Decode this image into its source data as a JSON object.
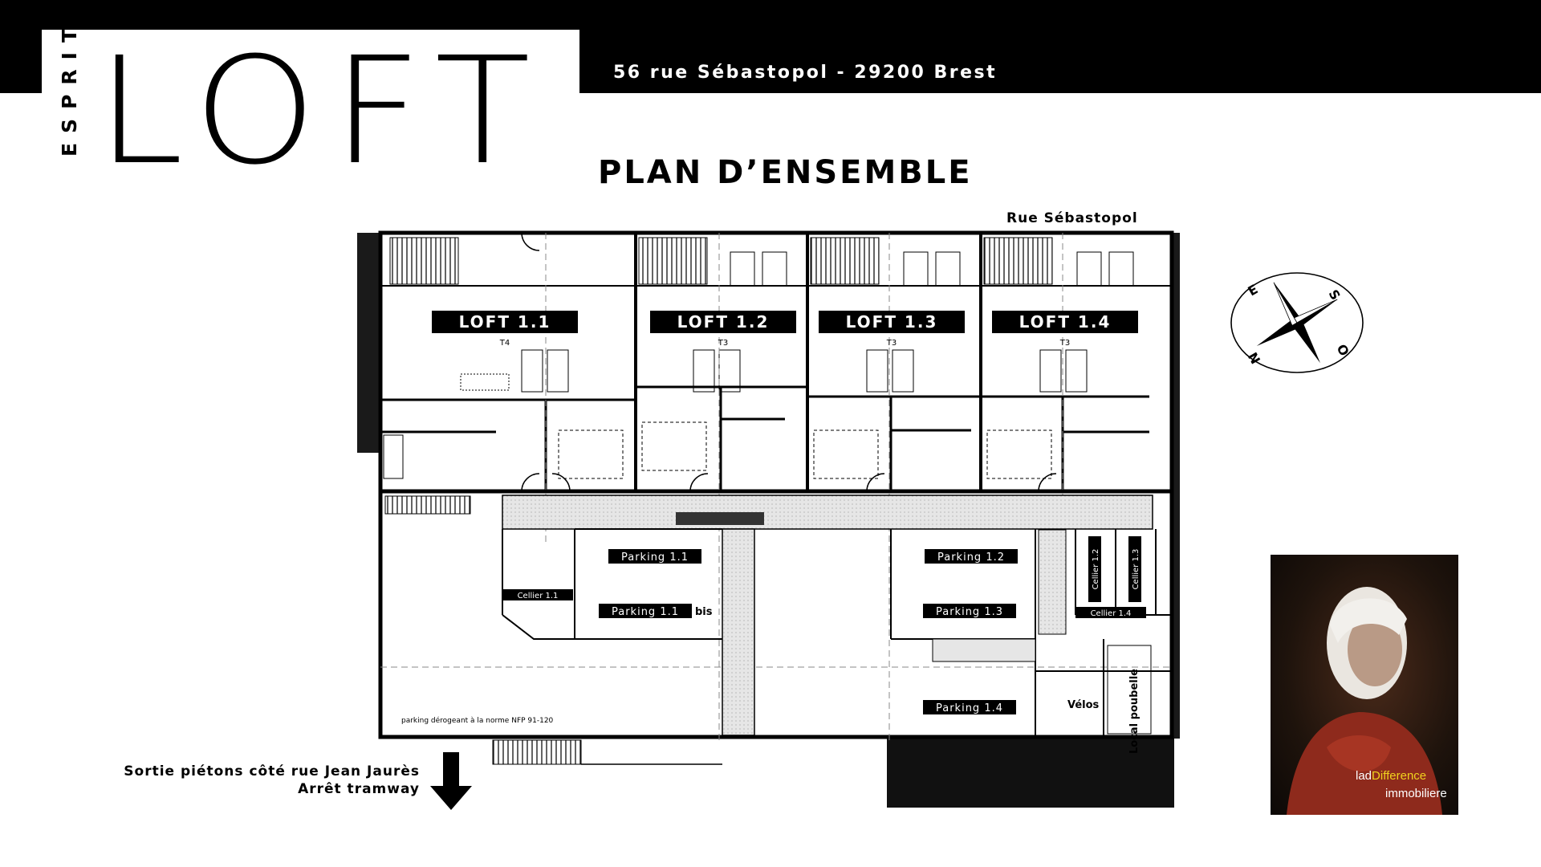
{
  "header": {
    "brand_vertical": "ESPRIT",
    "brand_main": "LOFT",
    "address": "56 rue Sébastopol - 29200 Brest"
  },
  "title": "PLAN D’ENSEMBLE",
  "street_top": "Rue Sébastopol",
  "lofts": [
    {
      "label": "LOFT 1.1",
      "type": "T4"
    },
    {
      "label": "LOFT 1.2",
      "type": "T3"
    },
    {
      "label": "LOFT 1.3",
      "type": "T3"
    },
    {
      "label": "LOFT 1.4",
      "type": "T3"
    }
  ],
  "parkings": [
    "Parking 1.1",
    "Parking 1.1",
    "Parking 1.2",
    "Parking 1.3",
    "Parking 1.4"
  ],
  "parking_bis_suffix": "bis",
  "celliers": [
    "Cellier 1.1",
    "Cellier 1.2",
    "Cellier 1.3",
    "Cellier 1.4"
  ],
  "velos": "Vélos",
  "local_poubelle": "Local poubelle",
  "parking_note": "parking dérogeant à la norme NFP 91-120",
  "compass": {
    "n": "N",
    "s": "S",
    "e": "E",
    "o": "O"
  },
  "sortie": {
    "line1": "Sortie piétons côté rue Jean Jaurès",
    "line2": "Arrêt tramway"
  },
  "agency": {
    "name_prefix": "lad",
    "name_highlight": "Difference",
    "name_line2": "immobiliere",
    "highlight_color": "#f0d21e"
  },
  "colors": {
    "black": "#000000",
    "white": "#ffffff",
    "corridor": "#e4e4e4"
  }
}
